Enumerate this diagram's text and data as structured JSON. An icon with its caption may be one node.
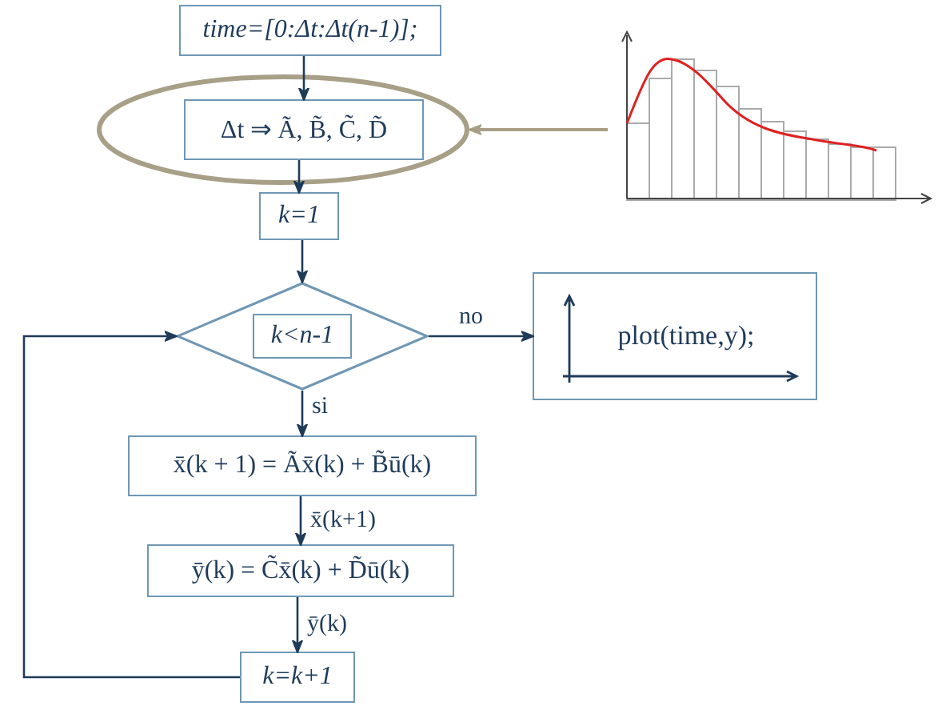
{
  "diagram": {
    "nodes": [
      {
        "text": [
          "time=[0:Δt:Δt(n-1)];"
        ]
      },
      {
        "text": [],
        "shape": "ellipse"
      },
      {
        "text": [
          "Δt ⇒ Ã, B̃, C̃, D̃"
        ],
        "in": 1
      },
      {
        "text": [],
        "shape": "picture"
      },
      {
        "text": [
          "k=1"
        ]
      },
      {
        "text": [
          "k<n-1"
        ]
      },
      {
        "text": [
          "plot(time,y);"
        ]
      },
      {
        "text": [
          "x̄(k + 1) = Ãx̄(k) + B̃ū(k)"
        ]
      },
      {
        "text": [
          "ȳ(k) = C̃x̄(k) + D̃ū(k)"
        ]
      },
      {
        "text": [
          "k=k+1"
        ]
      }
    ],
    "edges": [
      {
        "from": 0,
        "to": 2,
        "arrow": "to"
      },
      {
        "from": 2,
        "to": 4,
        "arrow": "to"
      },
      {
        "from": 3,
        "to": 1,
        "arrow": "to",
        "color": "#a89f87"
      },
      {
        "from": 4,
        "to": 5,
        "arrow": "to"
      },
      {
        "from": 5,
        "to": 6,
        "arrow": "to",
        "label": "no"
      },
      {
        "from": 5,
        "to": 7,
        "arrow": "to",
        "label": "si"
      },
      {
        "from": 7,
        "to": 8,
        "arrow": "to",
        "label": "x̄(k+1)"
      },
      {
        "from": 8,
        "to": 9,
        "arrow": "to",
        "label": "ȳ(k)"
      },
      {
        "from": 9,
        "to": 5,
        "arrow": "to"
      }
    ]
  }
}
